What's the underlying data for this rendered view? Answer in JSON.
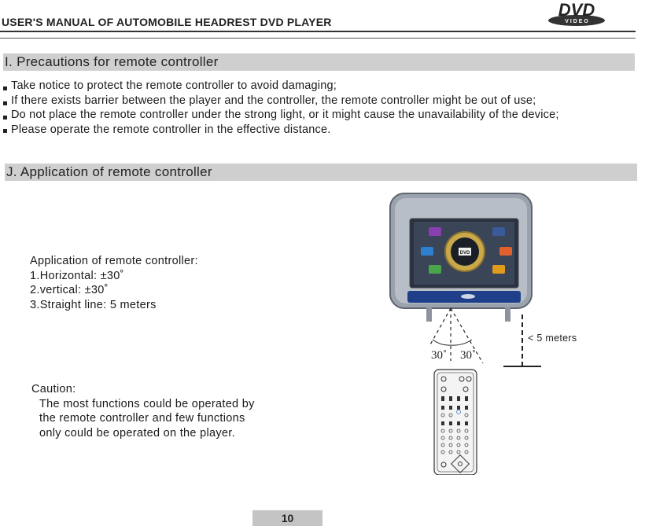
{
  "header": {
    "title": "USER'S MANUAL OF AUTOMOBILE HEADREST DVD PLAYER",
    "logo_text": "DVD",
    "logo_subtext": "V I D E O"
  },
  "section_i": {
    "heading": "I. Precautions for remote controller",
    "bullets": [
      "Take notice to protect the remote controller to avoid damaging;",
      "If there exists barrier between the player and the controller, the remote controller might be out of use;",
      "Do not place the remote controller under the strong light, or it might cause the unavailability of the device;",
      "Please operate the remote controller in the effective distance."
    ]
  },
  "section_j": {
    "heading": "J. Application of remote controller",
    "application": {
      "title": "Application of remote controller:",
      "lines": [
        "1.Horizontal: ±30˚",
        "2.vertical: ±30˚",
        "3.Straight line: 5 meters"
      ]
    },
    "caution": {
      "title": "Caution:",
      "lines": [
        "The most functions could be operated by",
        "the remote controller and few functions",
        "only could be operated on the player."
      ]
    },
    "diagram": {
      "distance_label": "< 5 meters",
      "angle_left": "30˚",
      "angle_right": "30˚",
      "screen_center_label": "DVD"
    }
  },
  "footer": {
    "page_number": "10"
  },
  "colors": {
    "section_bar": "#cfcfcf",
    "page_box": "#c4c4c4",
    "screen_bezel": "#9aa2ad",
    "screen_blue": "#1f3f8a"
  }
}
